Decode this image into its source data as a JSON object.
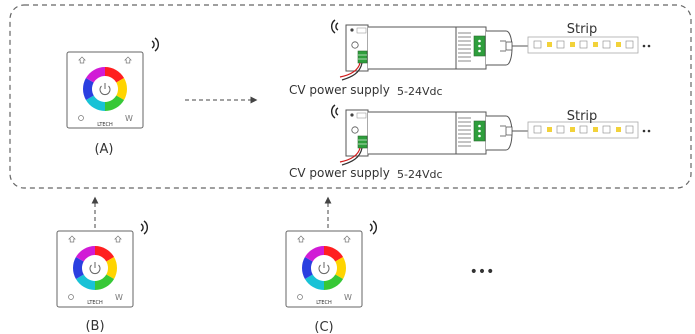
{
  "panels": [
    {
      "label": "(A)",
      "brand": "LTECH"
    },
    {
      "label": "(B)",
      "brand": "LTECH"
    },
    {
      "label": "(C)",
      "brand": "LTECH"
    }
  ],
  "receivers": [
    {
      "supply_label": "CV power supply",
      "voltage_label": "5-24Vdc",
      "strip_label": "Strip"
    },
    {
      "supply_label": "CV power supply",
      "voltage_label": "5-24Vdc",
      "strip_label": "Strip"
    }
  ],
  "more_indicator": "•••",
  "colors": {
    "outline": "#555555",
    "dash": "#666666",
    "wire_red": "#d11a1a",
    "terminal_green": "#2e9e3c",
    "led_yellow": "#f2d23a"
  }
}
